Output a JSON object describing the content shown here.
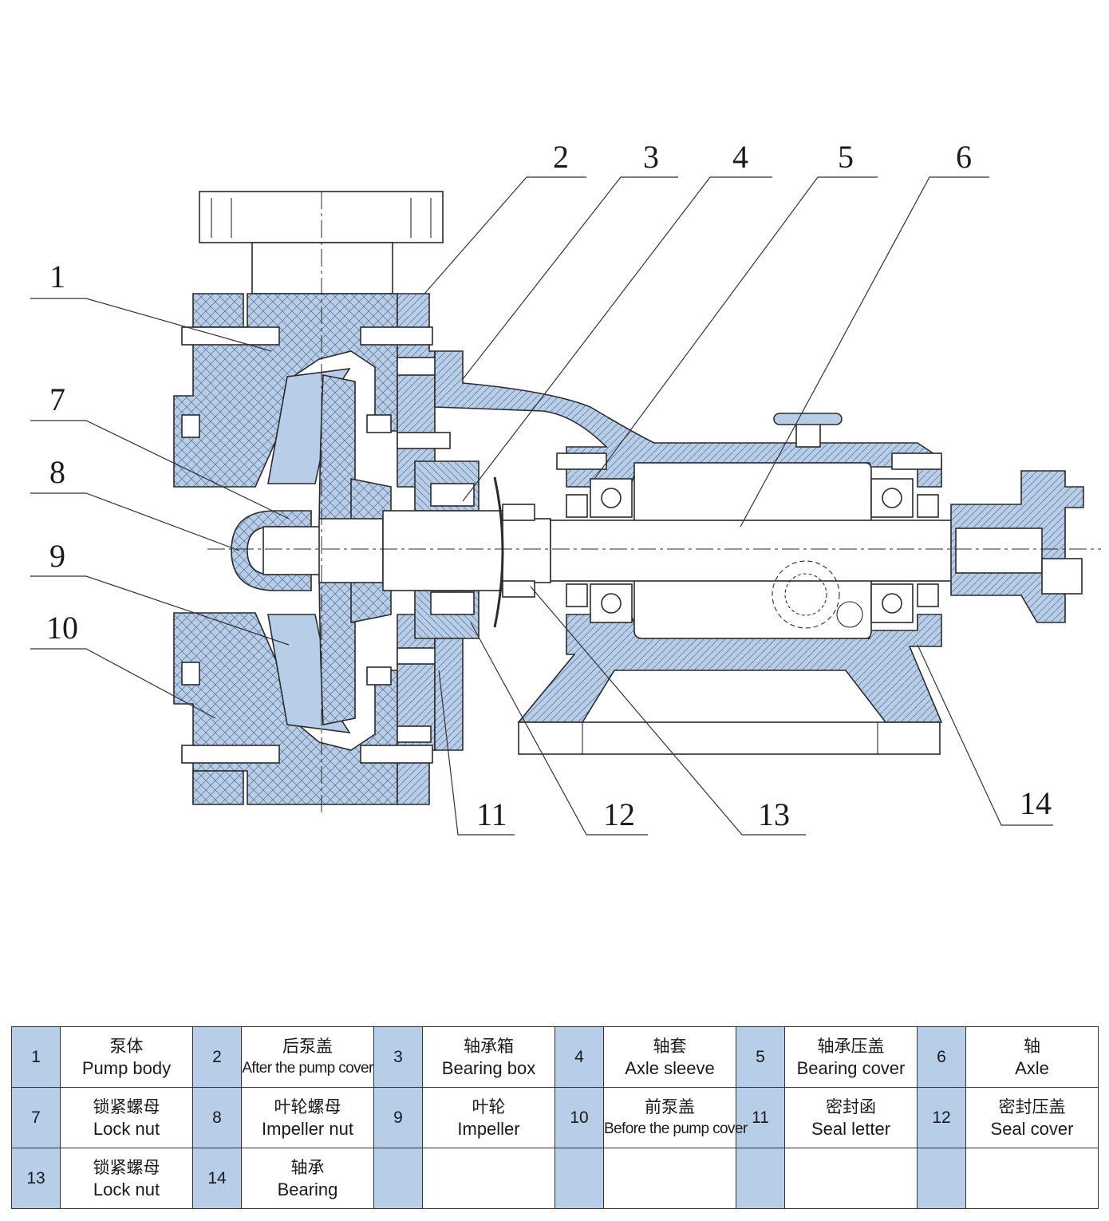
{
  "diagram": {
    "callouts": [
      "1",
      "2",
      "3",
      "4",
      "5",
      "6",
      "7",
      "8",
      "9",
      "10",
      "11",
      "12",
      "13",
      "14"
    ],
    "colors": {
      "fill": "#b8cde8",
      "line": "#2b2b2b",
      "accent": "#1a1a1a"
    }
  },
  "legend": {
    "rows": [
      [
        {
          "num": "1",
          "cn": "泵体",
          "en": "Pump body"
        },
        {
          "num": "2",
          "cn": "后泵盖",
          "en": "After the pump cover"
        },
        {
          "num": "3",
          "cn": "轴承箱",
          "en": "Bearing box"
        },
        {
          "num": "4",
          "cn": "轴套",
          "en": "Axle sleeve"
        },
        {
          "num": "5",
          "cn": "轴承压盖",
          "en": "Bearing cover"
        },
        {
          "num": "6",
          "cn": "轴",
          "en": "Axle"
        }
      ],
      [
        {
          "num": "7",
          "cn": "锁紧螺母",
          "en": "Lock nut"
        },
        {
          "num": "8",
          "cn": "叶轮螺母",
          "en": "Impeller nut"
        },
        {
          "num": "9",
          "cn": "叶轮",
          "en": "Impeller"
        },
        {
          "num": "10",
          "cn": "前泵盖",
          "en": "Before the pump cover"
        },
        {
          "num": "11",
          "cn": "密封函",
          "en": "Seal letter"
        },
        {
          "num": "12",
          "cn": "密封压盖",
          "en": "Seal cover"
        }
      ],
      [
        {
          "num": "13",
          "cn": "锁紧螺母",
          "en": "Lock nut"
        },
        {
          "num": "14",
          "cn": "轴承",
          "en": "Bearing"
        },
        {
          "num": "",
          "cn": "",
          "en": ""
        },
        {
          "num": "",
          "cn": "",
          "en": ""
        },
        {
          "num": "",
          "cn": "",
          "en": ""
        },
        {
          "num": "",
          "cn": "",
          "en": ""
        }
      ]
    ]
  }
}
